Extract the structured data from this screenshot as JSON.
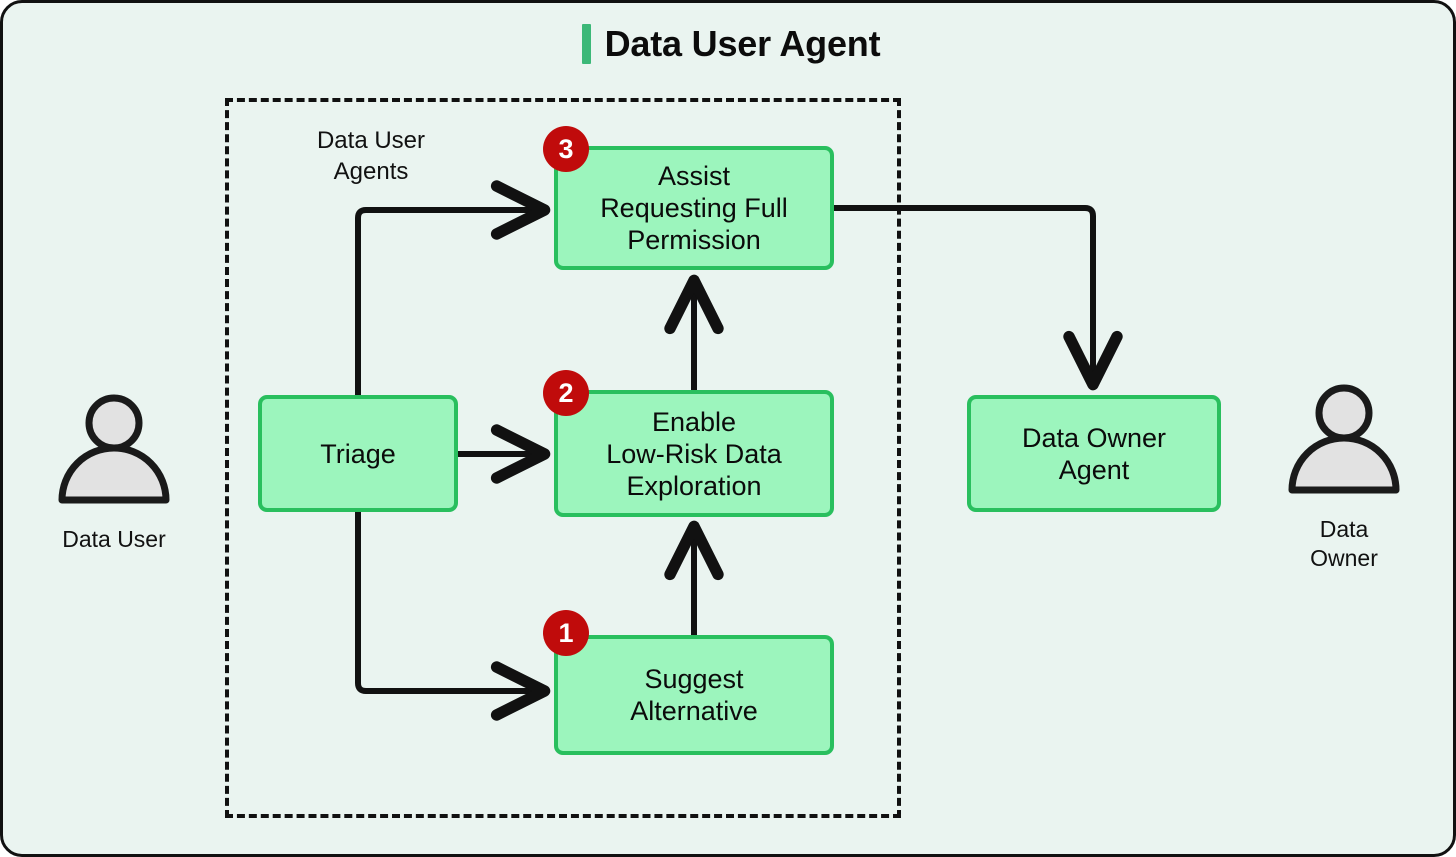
{
  "page": {
    "background_color": "#eaf4f0",
    "border_color": "#111111"
  },
  "header": {
    "title": "Data User Agent",
    "accent_color": "#3cb878"
  },
  "group": {
    "label": "Data User\nAgents",
    "border_style": "dashed"
  },
  "theme": {
    "box_fill": "#9cf5bd",
    "box_border": "#29bf5e",
    "badge_fill": "#c00b0b",
    "badge_text": "#ffffff",
    "wire_color": "#111111",
    "actor_fill": "#e2e2e2",
    "actor_stroke": "#1a1a1a"
  },
  "nodes": [
    {
      "id": "triage",
      "label": "Triage",
      "badge": null
    },
    {
      "id": "assist",
      "label": "Assist\nRequesting Full\nPermission",
      "badge": "3"
    },
    {
      "id": "enable",
      "label": "Enable\nLow-Risk Data\nExploration",
      "badge": "2"
    },
    {
      "id": "suggest",
      "label": "Suggest\nAlternative",
      "badge": "1"
    },
    {
      "id": "owner",
      "label": "Data Owner\nAgent",
      "badge": null
    }
  ],
  "badges": {
    "one": "1",
    "two": "2",
    "three": "3"
  },
  "actors": [
    {
      "id": "data-user",
      "label": "Data User"
    },
    {
      "id": "data-owner",
      "label": "Data\nOwner"
    }
  ],
  "edges": [
    {
      "from": "triage",
      "to": "assist",
      "style": "orthogonal",
      "arrow": true
    },
    {
      "from": "triage",
      "to": "enable",
      "style": "straight",
      "arrow": true
    },
    {
      "from": "triage",
      "to": "suggest",
      "style": "orthogonal",
      "arrow": true
    },
    {
      "from": "suggest",
      "to": "enable",
      "style": "straight",
      "arrow": true
    },
    {
      "from": "enable",
      "to": "assist",
      "style": "straight",
      "arrow": true
    },
    {
      "from": "assist",
      "to": "owner",
      "style": "orthogonal",
      "arrow": true
    }
  ]
}
